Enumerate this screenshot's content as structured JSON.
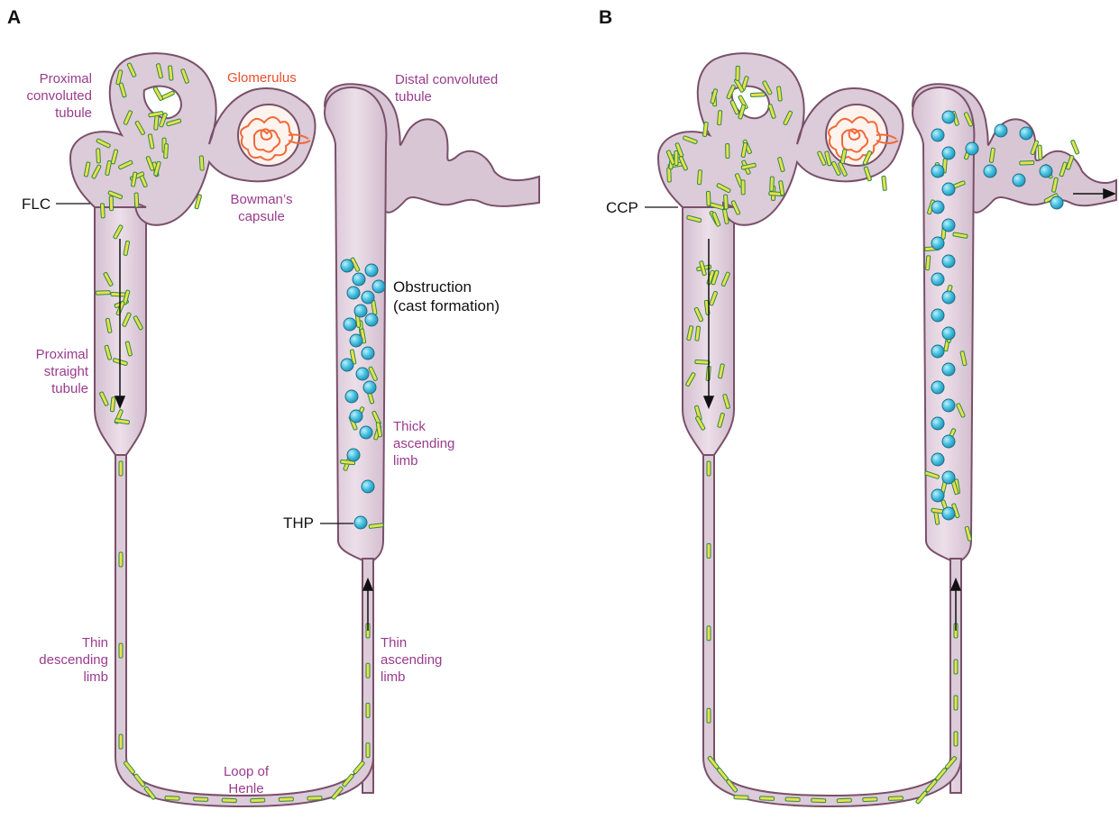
{
  "panels": [
    {
      "letter": "A"
    },
    {
      "letter": "B"
    }
  ],
  "labels": {
    "proximal_convoluted": "Proximal\nconvoluted\ntubule",
    "glomerulus": "Glomerulus",
    "distal_convoluted": "Distal convoluted\ntubule",
    "flc": "FLC",
    "bowmans": "Bowman’s\ncapsule",
    "obstruction": "Obstruction\n(cast formation)",
    "proximal_straight": "Proximal\nstraight\ntubule",
    "thick_ascending": "Thick\nascending\nlimb",
    "thp": "THP",
    "thin_descending": "Thin\ndescending\nlimb",
    "thin_ascending": "Thin\nascending\nlimb",
    "loop_of_henle": "Loop of\nHenle",
    "ccp": "CCP"
  },
  "colors": {
    "tubule_fill": "#e2d0de",
    "tubule_stroke": "#7a5069",
    "glomerulus": "#ef6a3a",
    "flc_fill": "#e8e04a",
    "flc_edge": "#2d8a4a",
    "thp_fill": "#46c0e0",
    "label_purple": "#9a3b8c",
    "label_red": "#e8512a"
  }
}
